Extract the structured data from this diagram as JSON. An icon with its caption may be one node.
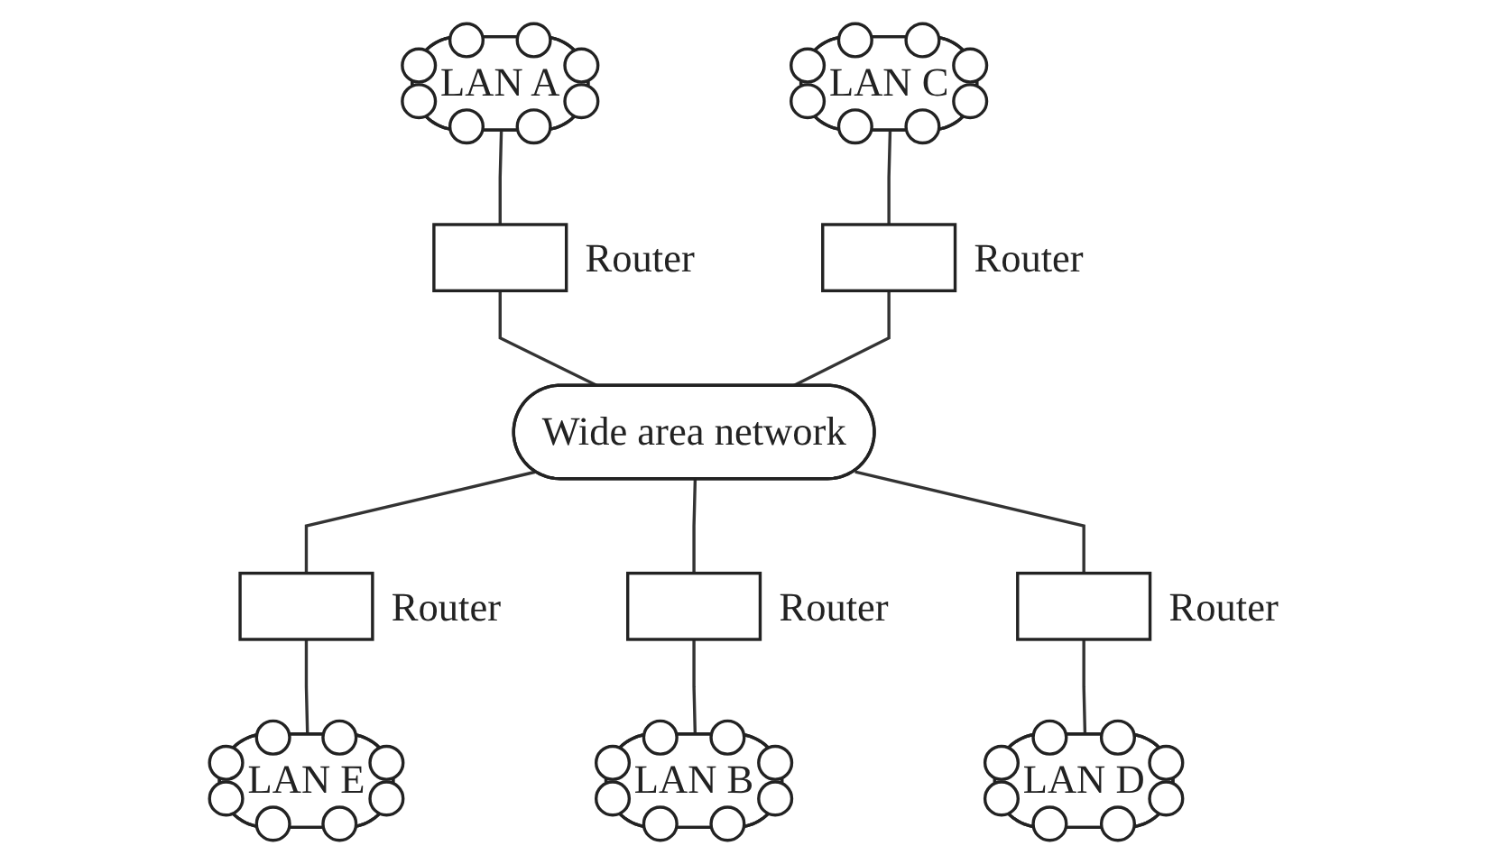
{
  "diagram": {
    "nodes": [
      {
        "text": [
          "LAN A"
        ]
      },
      {
        "text": [],
        "shape": "box",
        "beside": [
          "Router"
        ]
      },
      {
        "text": [
          "LAN C"
        ]
      },
      {
        "text": [],
        "shape": "box",
        "beside": [
          "Router"
        ]
      },
      {
        "text": [
          "Wide area network"
        ]
      },
      {
        "text": [],
        "shape": "box",
        "beside": [
          "Router"
        ]
      },
      {
        "text": [
          "LAN E"
        ]
      },
      {
        "text": [],
        "shape": "box",
        "beside": [
          "Router"
        ]
      },
      {
        "text": [],
        "shape": "box",
        "beside": [
          "Router"
        ]
      },
      {
        "text": [
          "LAN B"
        ]
      },
      {
        "text": [
          "LAN D"
        ]
      }
    ],
    "edges": [
      {
        "from": 0,
        "to": 1,
        "arrow": "none"
      },
      {
        "from": 1,
        "to": 4,
        "arrow": "none"
      },
      {
        "from": 2,
        "to": 3,
        "arrow": "none"
      },
      {
        "from": 3,
        "to": 4,
        "arrow": "none"
      },
      {
        "from": 4,
        "to": 5,
        "arrow": "none"
      },
      {
        "from": 5,
        "to": 6,
        "arrow": "none"
      },
      {
        "from": 4,
        "to": 7,
        "arrow": "none"
      },
      {
        "from": 7,
        "to": 9,
        "arrow": "none"
      },
      {
        "from": 4,
        "to": 8,
        "arrow": "none"
      },
      {
        "from": 8,
        "to": 10,
        "arrow": "none"
      }
    ]
  }
}
